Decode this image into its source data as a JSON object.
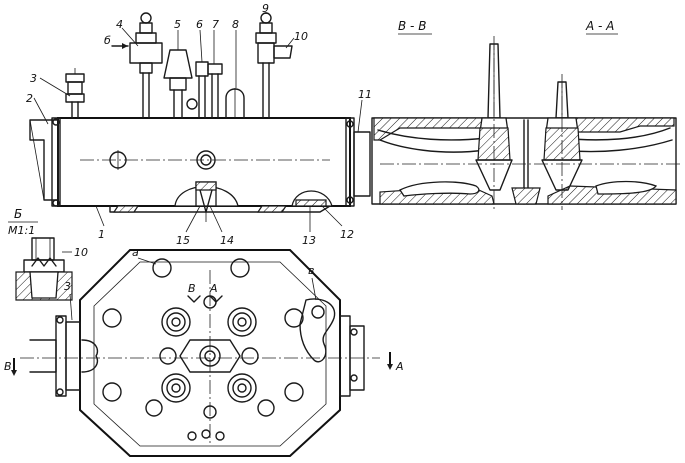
{
  "section_titles": {
    "bb": "В - В",
    "aa": "А - А",
    "detail": "Б",
    "detail_scale": "М1:1"
  },
  "callouts": {
    "n1": "1",
    "n2": "2",
    "n3": "3",
    "n4": "4",
    "n5": "5",
    "n6": "6",
    "n7": "7",
    "n8": "8",
    "n9": "9",
    "n10": "10",
    "n11": "11",
    "n12": "12",
    "n13": "13",
    "n14": "14",
    "n15": "15",
    "n3_plan": "3",
    "n10_detail": "10"
  },
  "view_marks": {
    "b_arrow_top": "б",
    "a_letter": "а",
    "v_letter": "в",
    "plan_b": "В",
    "plan_a": "А",
    "cut_b_left": "В",
    "cut_a_right": "А"
  }
}
